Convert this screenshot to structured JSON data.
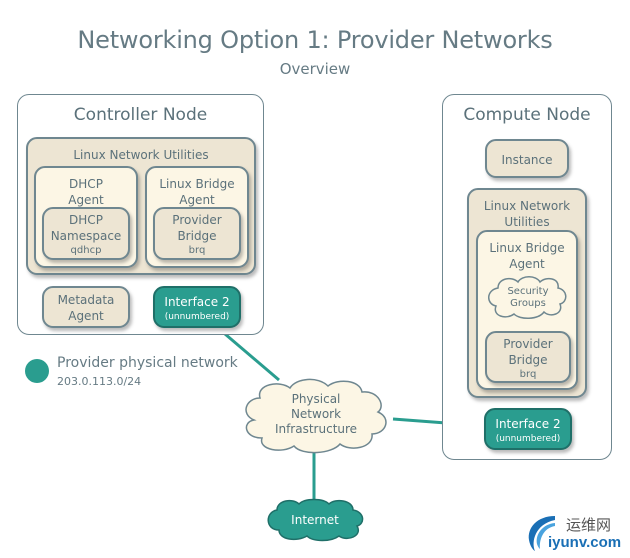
{
  "header": {
    "title": "Networking Option 1: Provider Networks",
    "subtitle": "Overview"
  },
  "controller": {
    "title": "Controller Node",
    "utilities": "Linux Network Utilities",
    "dhcp_agent": [
      "DHCP",
      "Agent"
    ],
    "dhcp_namespace": [
      "DHCP",
      "Namespace",
      "qdhcp"
    ],
    "lb_agent": [
      "Linux Bridge",
      "Agent"
    ],
    "provider_bridge": [
      "Provider",
      "Bridge",
      "brq"
    ],
    "metadata_agent": [
      "Metadata",
      "Agent"
    ],
    "interface": [
      "Interface 2",
      "(unnumbered)"
    ]
  },
  "compute": {
    "title": "Compute Node",
    "instance": "Instance",
    "utilities": [
      "Linux Network",
      "Utilities"
    ],
    "lb_agent": [
      "Linux Bridge",
      "Agent"
    ],
    "security_groups": [
      "Security",
      "Groups"
    ],
    "provider_bridge": [
      "Provider",
      "Bridge",
      "brq"
    ],
    "interface": [
      "Interface 2",
      "(unnumbered)"
    ]
  },
  "network": {
    "physical": [
      "Physical",
      "Network",
      "Infrastructure"
    ],
    "internet": "Internet"
  },
  "legend": {
    "label": "Provider physical network",
    "subnet": "203.0.113.0/24",
    "color": "#2a9d8f"
  },
  "watermark": {
    "cn": "运维网",
    "en": "iyunv.com"
  },
  "colors": {
    "teal": "#2a9d8f",
    "tan": "#ede5d3",
    "cream": "#fcf6e5",
    "border": "#6f8790"
  }
}
